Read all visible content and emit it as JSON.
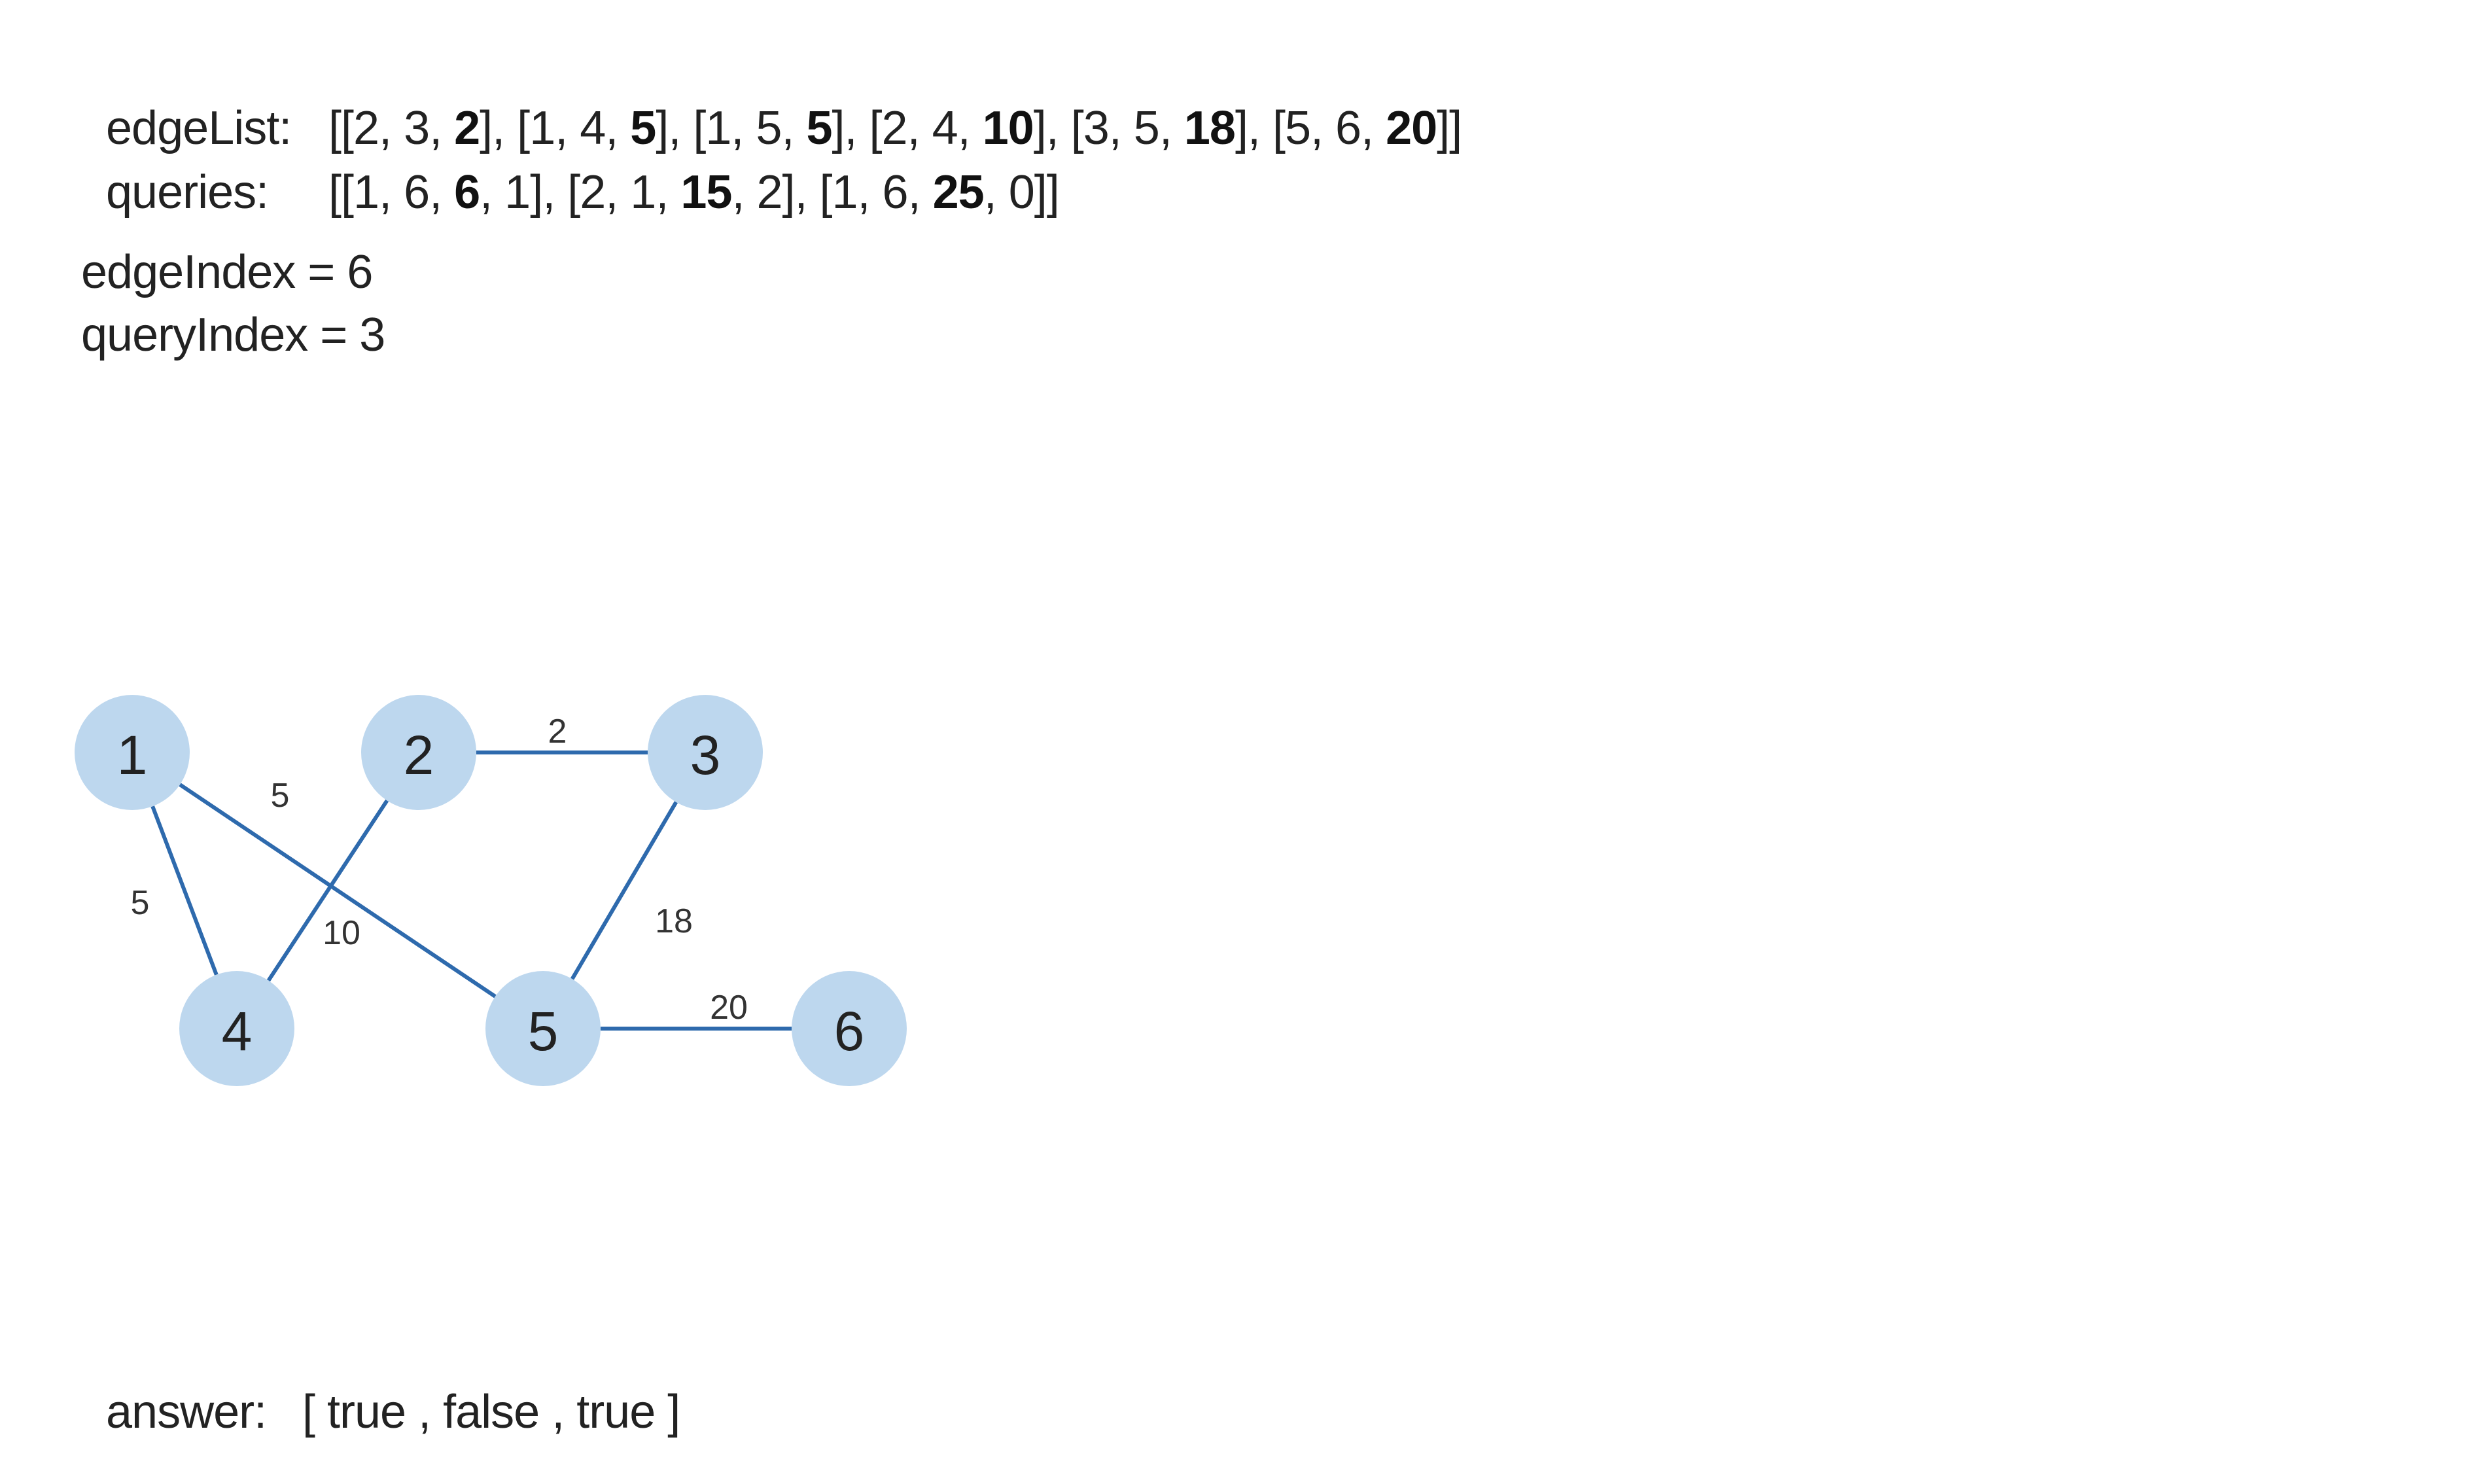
{
  "edge_list": {
    "label": "edgeList:",
    "tokens": [
      {
        "t": "[[2, 3, ",
        "b": false
      },
      {
        "t": "2",
        "b": true
      },
      {
        "t": "], [1, 4, ",
        "b": false
      },
      {
        "t": "5",
        "b": true
      },
      {
        "t": "], [1, 5, ",
        "b": false
      },
      {
        "t": "5",
        "b": true
      },
      {
        "t": "], [2, 4, ",
        "b": false
      },
      {
        "t": "10",
        "b": true
      },
      {
        "t": "], [3, 5, ",
        "b": false
      },
      {
        "t": "18",
        "b": true
      },
      {
        "t": "], [5, 6, ",
        "b": false
      },
      {
        "t": "20",
        "b": true
      },
      {
        "t": "]]",
        "b": false
      }
    ]
  },
  "queries": {
    "label": "queries:",
    "tokens": [
      {
        "t": "[[1, 6, ",
        "b": false
      },
      {
        "t": "6",
        "b": true
      },
      {
        "t": ", 1], [2, 1, ",
        "b": false
      },
      {
        "t": "15",
        "b": true
      },
      {
        "t": ", 2], [1, 6, ",
        "b": false
      },
      {
        "t": "25",
        "b": true
      },
      {
        "t": ", 0]]",
        "b": false
      }
    ]
  },
  "edge_index": "edgeIndex = 6",
  "query_index": "queryIndex = 3",
  "graph": {
    "nodes": [
      "1",
      "2",
      "3",
      "4",
      "5",
      "6"
    ],
    "edges": [
      {
        "from": "2",
        "to": "3",
        "weight": "2"
      },
      {
        "from": "1",
        "to": "4",
        "weight": "5"
      },
      {
        "from": "1",
        "to": "5",
        "weight": "5"
      },
      {
        "from": "2",
        "to": "4",
        "weight": "10"
      },
      {
        "from": "3",
        "to": "5",
        "weight": "18"
      },
      {
        "from": "5",
        "to": "6",
        "weight": "20"
      }
    ],
    "colors": {
      "edge": "#2e6aad",
      "node": "#bdd7ee"
    }
  },
  "answer": {
    "label": "answer:",
    "value": "[ true , false , true ]"
  }
}
